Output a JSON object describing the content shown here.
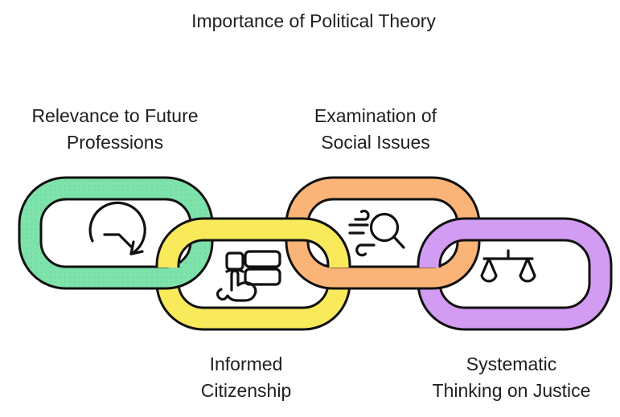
{
  "title": "Importance of Political Theory",
  "colors": {
    "background": "#ffffff",
    "outline": "#111111",
    "text": "#202020"
  },
  "links": [
    {
      "name": "relevance-to-future-professions",
      "color": "#7EE2AB",
      "texture_dot_color": "#6FD79F",
      "label_line1": "Relevance to Future",
      "label_line2": "Professions",
      "icon": "clock-arrow-icon"
    },
    {
      "name": "informed-citizenship",
      "color": "#F9EA5C",
      "label_line1": "Informed",
      "label_line2": "Citizenship",
      "icon": "hand-choice-icon"
    },
    {
      "name": "examination-of-social-issues",
      "color": "#FBB478",
      "label_line1": "Examination of",
      "label_line2": "Social Issues",
      "icon": "search-wind-icon"
    },
    {
      "name": "systematic-thinking-on-justice",
      "color": "#D39CF3",
      "label_line1": "Systematic",
      "label_line2": "Thinking on Justice",
      "icon": "justice-scales-icon"
    }
  ]
}
